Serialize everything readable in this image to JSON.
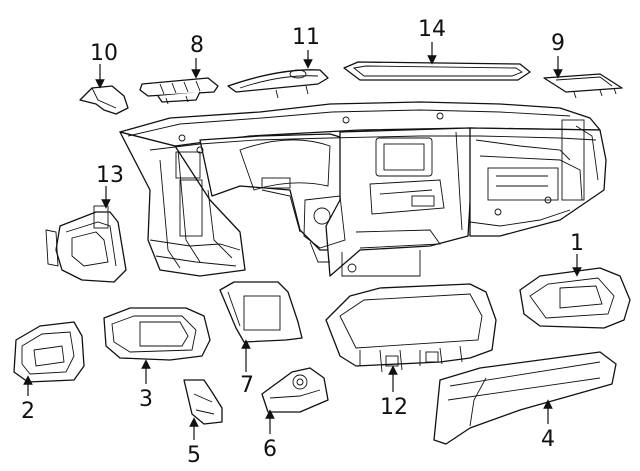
{
  "diagram": {
    "callouts": [
      {
        "id": "part-1",
        "label": "1"
      },
      {
        "id": "part-2",
        "label": "2"
      },
      {
        "id": "part-3",
        "label": "3"
      },
      {
        "id": "part-4",
        "label": "4"
      },
      {
        "id": "part-5",
        "label": "5"
      },
      {
        "id": "part-6",
        "label": "6"
      },
      {
        "id": "part-7",
        "label": "7"
      },
      {
        "id": "part-8",
        "label": "8"
      },
      {
        "id": "part-9",
        "label": "9"
      },
      {
        "id": "part-10",
        "label": "10"
      },
      {
        "id": "part-11",
        "label": "11"
      },
      {
        "id": "part-12",
        "label": "12"
      },
      {
        "id": "part-13",
        "label": "13"
      },
      {
        "id": "part-14",
        "label": "14"
      }
    ]
  }
}
